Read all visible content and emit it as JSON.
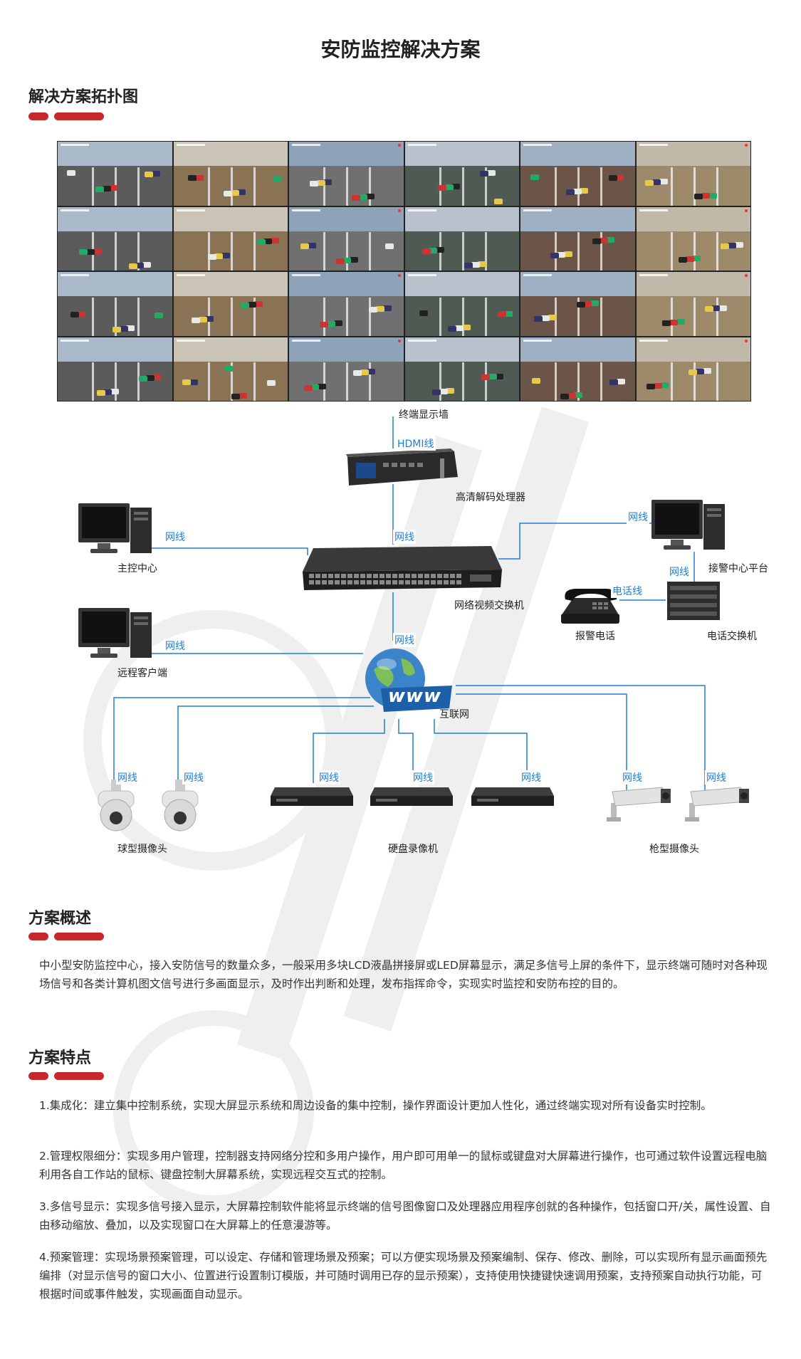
{
  "page": {
    "title": "安防监控解决方案"
  },
  "sections": {
    "topology": {
      "title": "解决方案拓扑图"
    },
    "overview": {
      "title": "方案概述",
      "text": "中小型安防监控中心，接入安防信号的数量众多，一般采用多块LCD液晶拼接屏或LED屏幕显示，满足多信号上屏的条件下，显示终端可随时对各种现场信号和各类计算机图文信号进行多画面显示，及时作出判断和处理，发布指挥命令，实现实时监控和安防布控的目的。"
    },
    "features": {
      "title": "方案特点",
      "items": [
        "1.集成化：建立集中控制系统，实现大屏显示系统和周边设备的集中控制，操作界面设计更加人性化，通过终端实现对所有设备实时控制。",
        "2.管理权限细分：实现多用户管理，控制器支持网络分控和多用户操作，用户即可用单一的鼠标或键盘对大屏幕进行操作，也可通过软件设置远程电脑利用各自工作站的鼠标、键盘控制大屏幕系统，实现远程交互式的控制。",
        "3.多信号显示：实现多信号接入显示，大屏幕控制软件能将显示终端的信号图像窗口及处理器应用程序创就的各种操作，包括窗口开/关，属性设置、自由移动缩放、叠加，以及实现窗口在大屏幕上的任意漫游等。",
        "4.预案管理：实现场景预案管理，可以设定、存储和管理场景及预案；可以方便实现场景及预案编制、保存、修改、删除，可以实现所有显示画面预先编排（对显示信号的窗口大小、位置进行设置制订模版，并可随时调用已存的显示预案），支持使用快捷键快速调用预案，支持预案自动执行功能，可根据时间或事件触发，实现画面自动显示。"
      ]
    }
  },
  "diagram": {
    "nodes": {
      "display_wall": "终端显示墙",
      "decoder": "高清解码处理器",
      "main_control": "主控中心",
      "switch": "网络视频交换机",
      "alarm_platform": "接警中心平台",
      "alarm_phone": "报警电话",
      "phone_switch": "电话交换机",
      "remote_client": "远程客户端",
      "internet": "互联网",
      "dome_camera": "球型摄像头",
      "nvr": "硬盘录像机",
      "bullet_camera": "枪型摄像头"
    },
    "wire_labels": {
      "hdmi": "HDMI线",
      "network": "网线",
      "phone": "电话线"
    },
    "internet_text": "www"
  },
  "colors": {
    "accent": "#c6282b",
    "wire": "#1f7fd4"
  }
}
